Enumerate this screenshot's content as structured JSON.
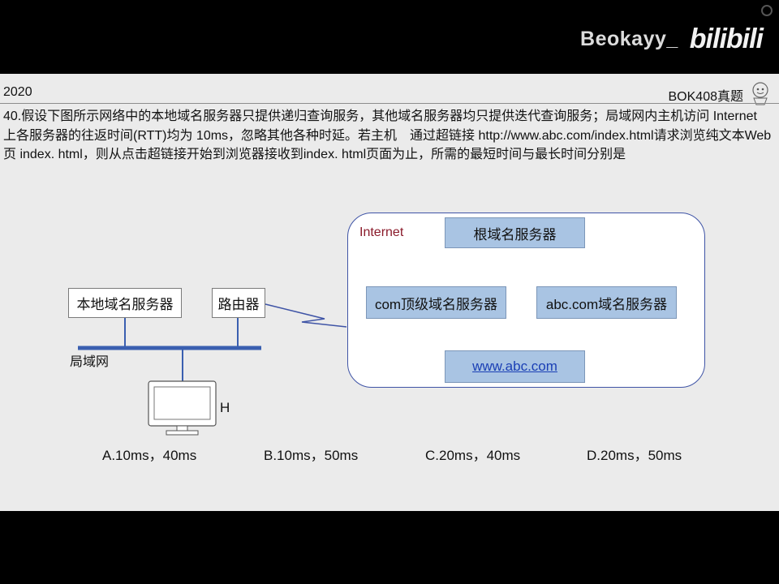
{
  "watermark": {
    "user": "Beokayy_",
    "logo": "bilibili"
  },
  "slide": {
    "year": "2020",
    "source": "BOK408真题",
    "question": "40.假设下图所示网络中的本地域名服务器只提供递归查询服务，其他域名服务器均只提供迭代查询服务；局域网内主机访问 Internet 上各服务器的往返时间(RTT)均为 10ms，忽略其他各种时延。若主机　通过超链接 http://www.abc.com/index.html请求浏览纯文本Web页 index. html，则从点击超链接开始到浏览器接收到index. html页面为止，所需的最短时间与最长时间分别是"
  },
  "diagram": {
    "local_dns": "本地域名服务器",
    "router": "路由器",
    "lan_label": "局域网",
    "host_label": "H",
    "internet_label": "Internet",
    "root_dns": "根域名服务器",
    "com_dns": "com顶级域名服务器",
    "abc_dns": "abc.com域名服务器",
    "web_server": "www.abc.com"
  },
  "options": [
    {
      "label": "A.10ms，40ms"
    },
    {
      "label": "B.10ms，50ms"
    },
    {
      "label": "C.20ms，40ms"
    },
    {
      "label": "D.20ms，50ms"
    }
  ],
  "colors": {
    "server_box": "#a9c4e3",
    "lan_bus": "#3a5fb0",
    "cloud_border": "#3f54a6",
    "internet_label": "#8a1a2a",
    "link_text": "#1a3fb5"
  }
}
